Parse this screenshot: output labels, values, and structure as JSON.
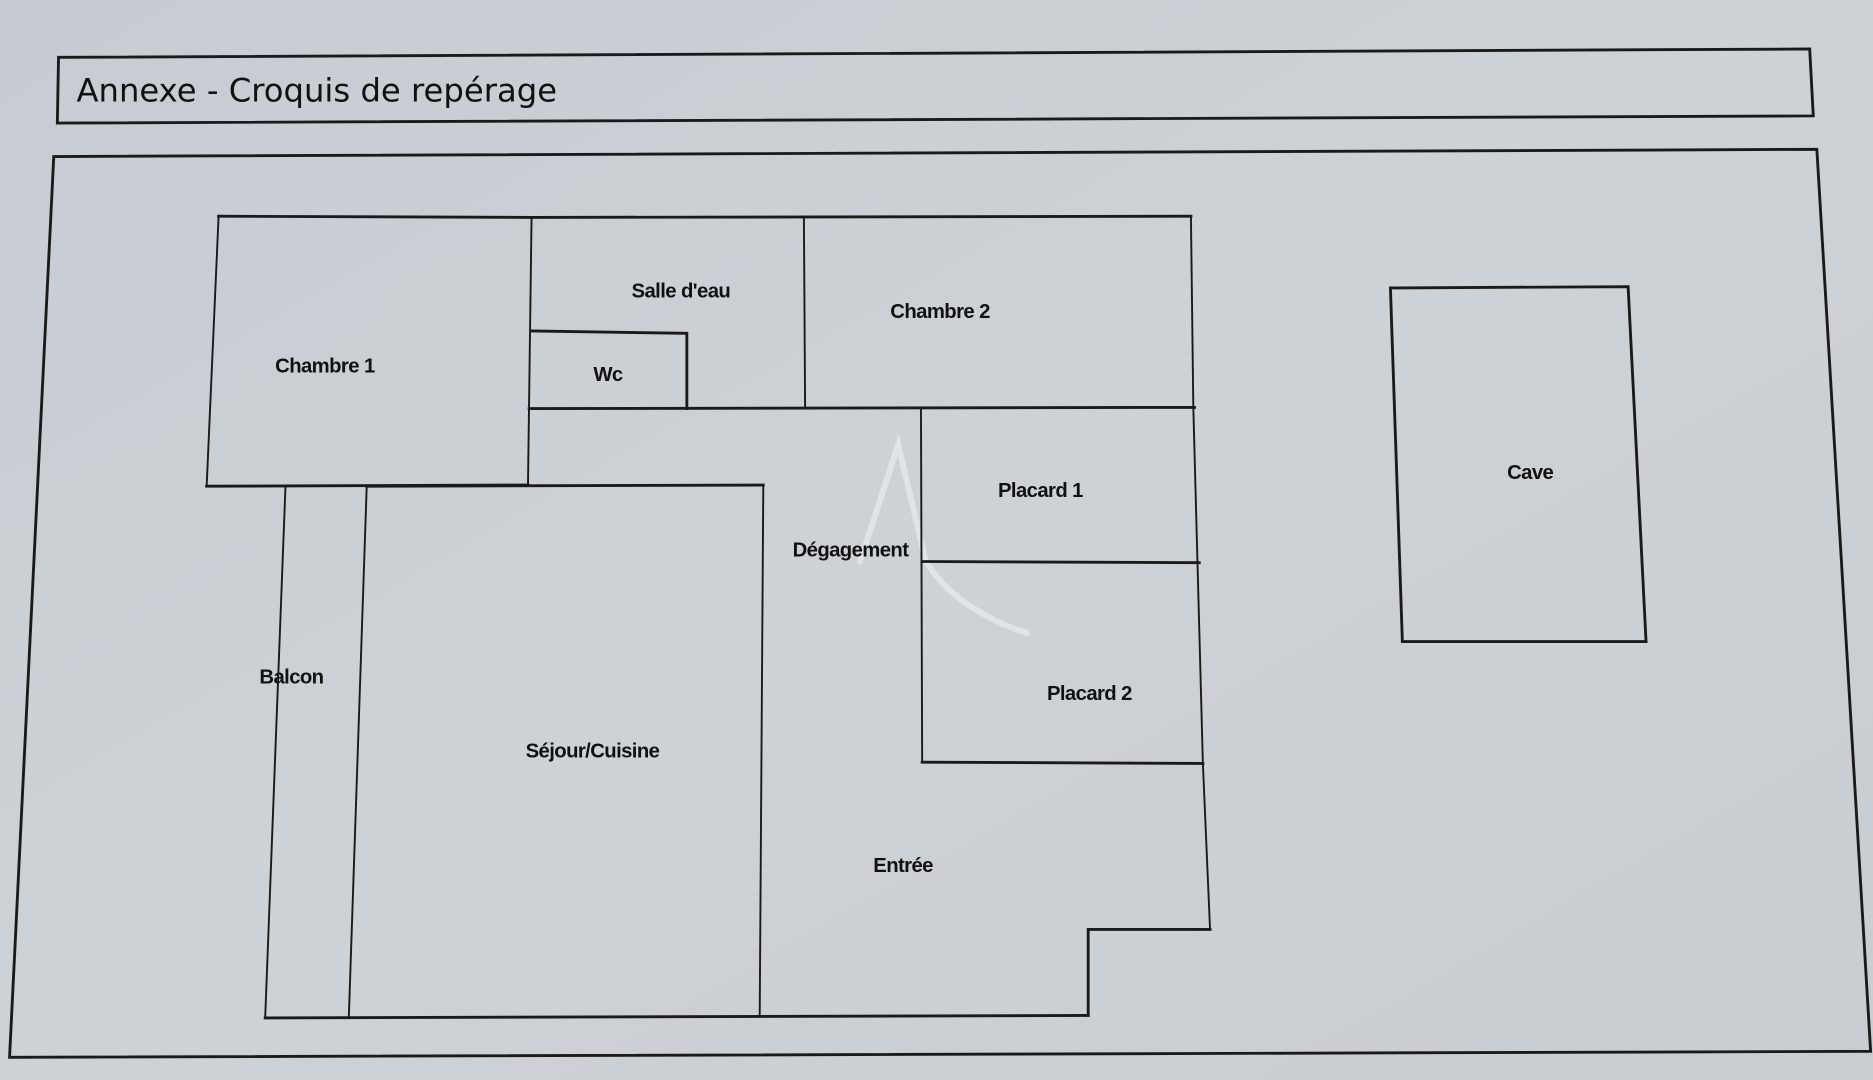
{
  "header": {
    "title": "Annexe - Croquis de repérage"
  },
  "plan": {
    "watermark": "A",
    "rooms": {
      "salle_eau": "Salle d'eau",
      "chambre2": "Chambre 2",
      "chambre1": "Chambre 1",
      "wc": "Wc",
      "placard1": "Placard 1",
      "degagement": "Dégagement",
      "cave": "Cave",
      "balcon": "Balcon",
      "placard2": "Placard 2",
      "sejour": "Séjour/Cuisine",
      "entree": "Entrée"
    }
  },
  "colors": {
    "paper": "#c9ced3",
    "title_bar": "#c2c6c8",
    "ink": "#1a1a1a"
  }
}
